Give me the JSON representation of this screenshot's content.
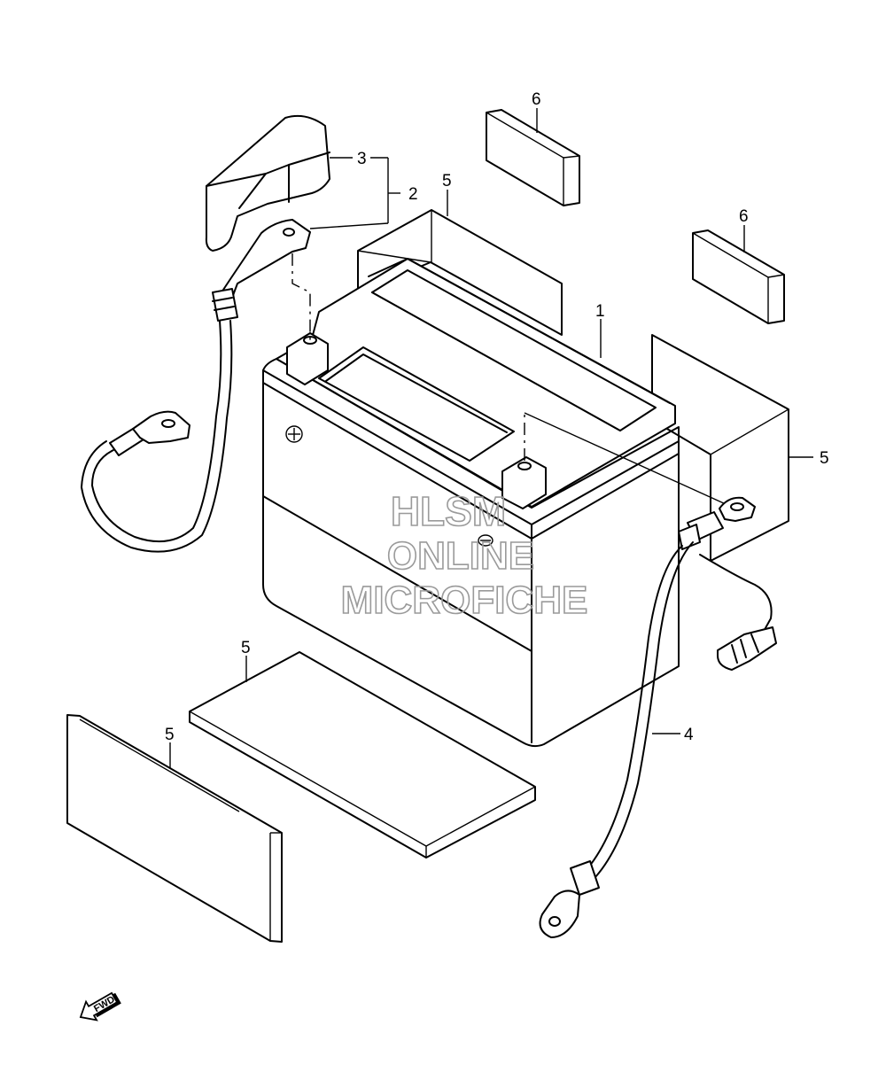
{
  "callouts": [
    {
      "id": "c1",
      "text": "1"
    },
    {
      "id": "c2",
      "text": "2"
    },
    {
      "id": "c3",
      "text": "3"
    },
    {
      "id": "c4",
      "text": "4"
    },
    {
      "id": "c5a",
      "text": "5"
    },
    {
      "id": "c5b",
      "text": "5"
    },
    {
      "id": "c5c",
      "text": "5"
    },
    {
      "id": "c5d",
      "text": "5"
    },
    {
      "id": "c6a",
      "text": "6"
    },
    {
      "id": "c6b",
      "text": "6"
    }
  ],
  "watermark": {
    "line1": "HLSM",
    "line2": "ONLINE",
    "line3": "MICROFICHE",
    "color": "#9a9a9a"
  },
  "direction_marker": {
    "text": "FWD"
  }
}
